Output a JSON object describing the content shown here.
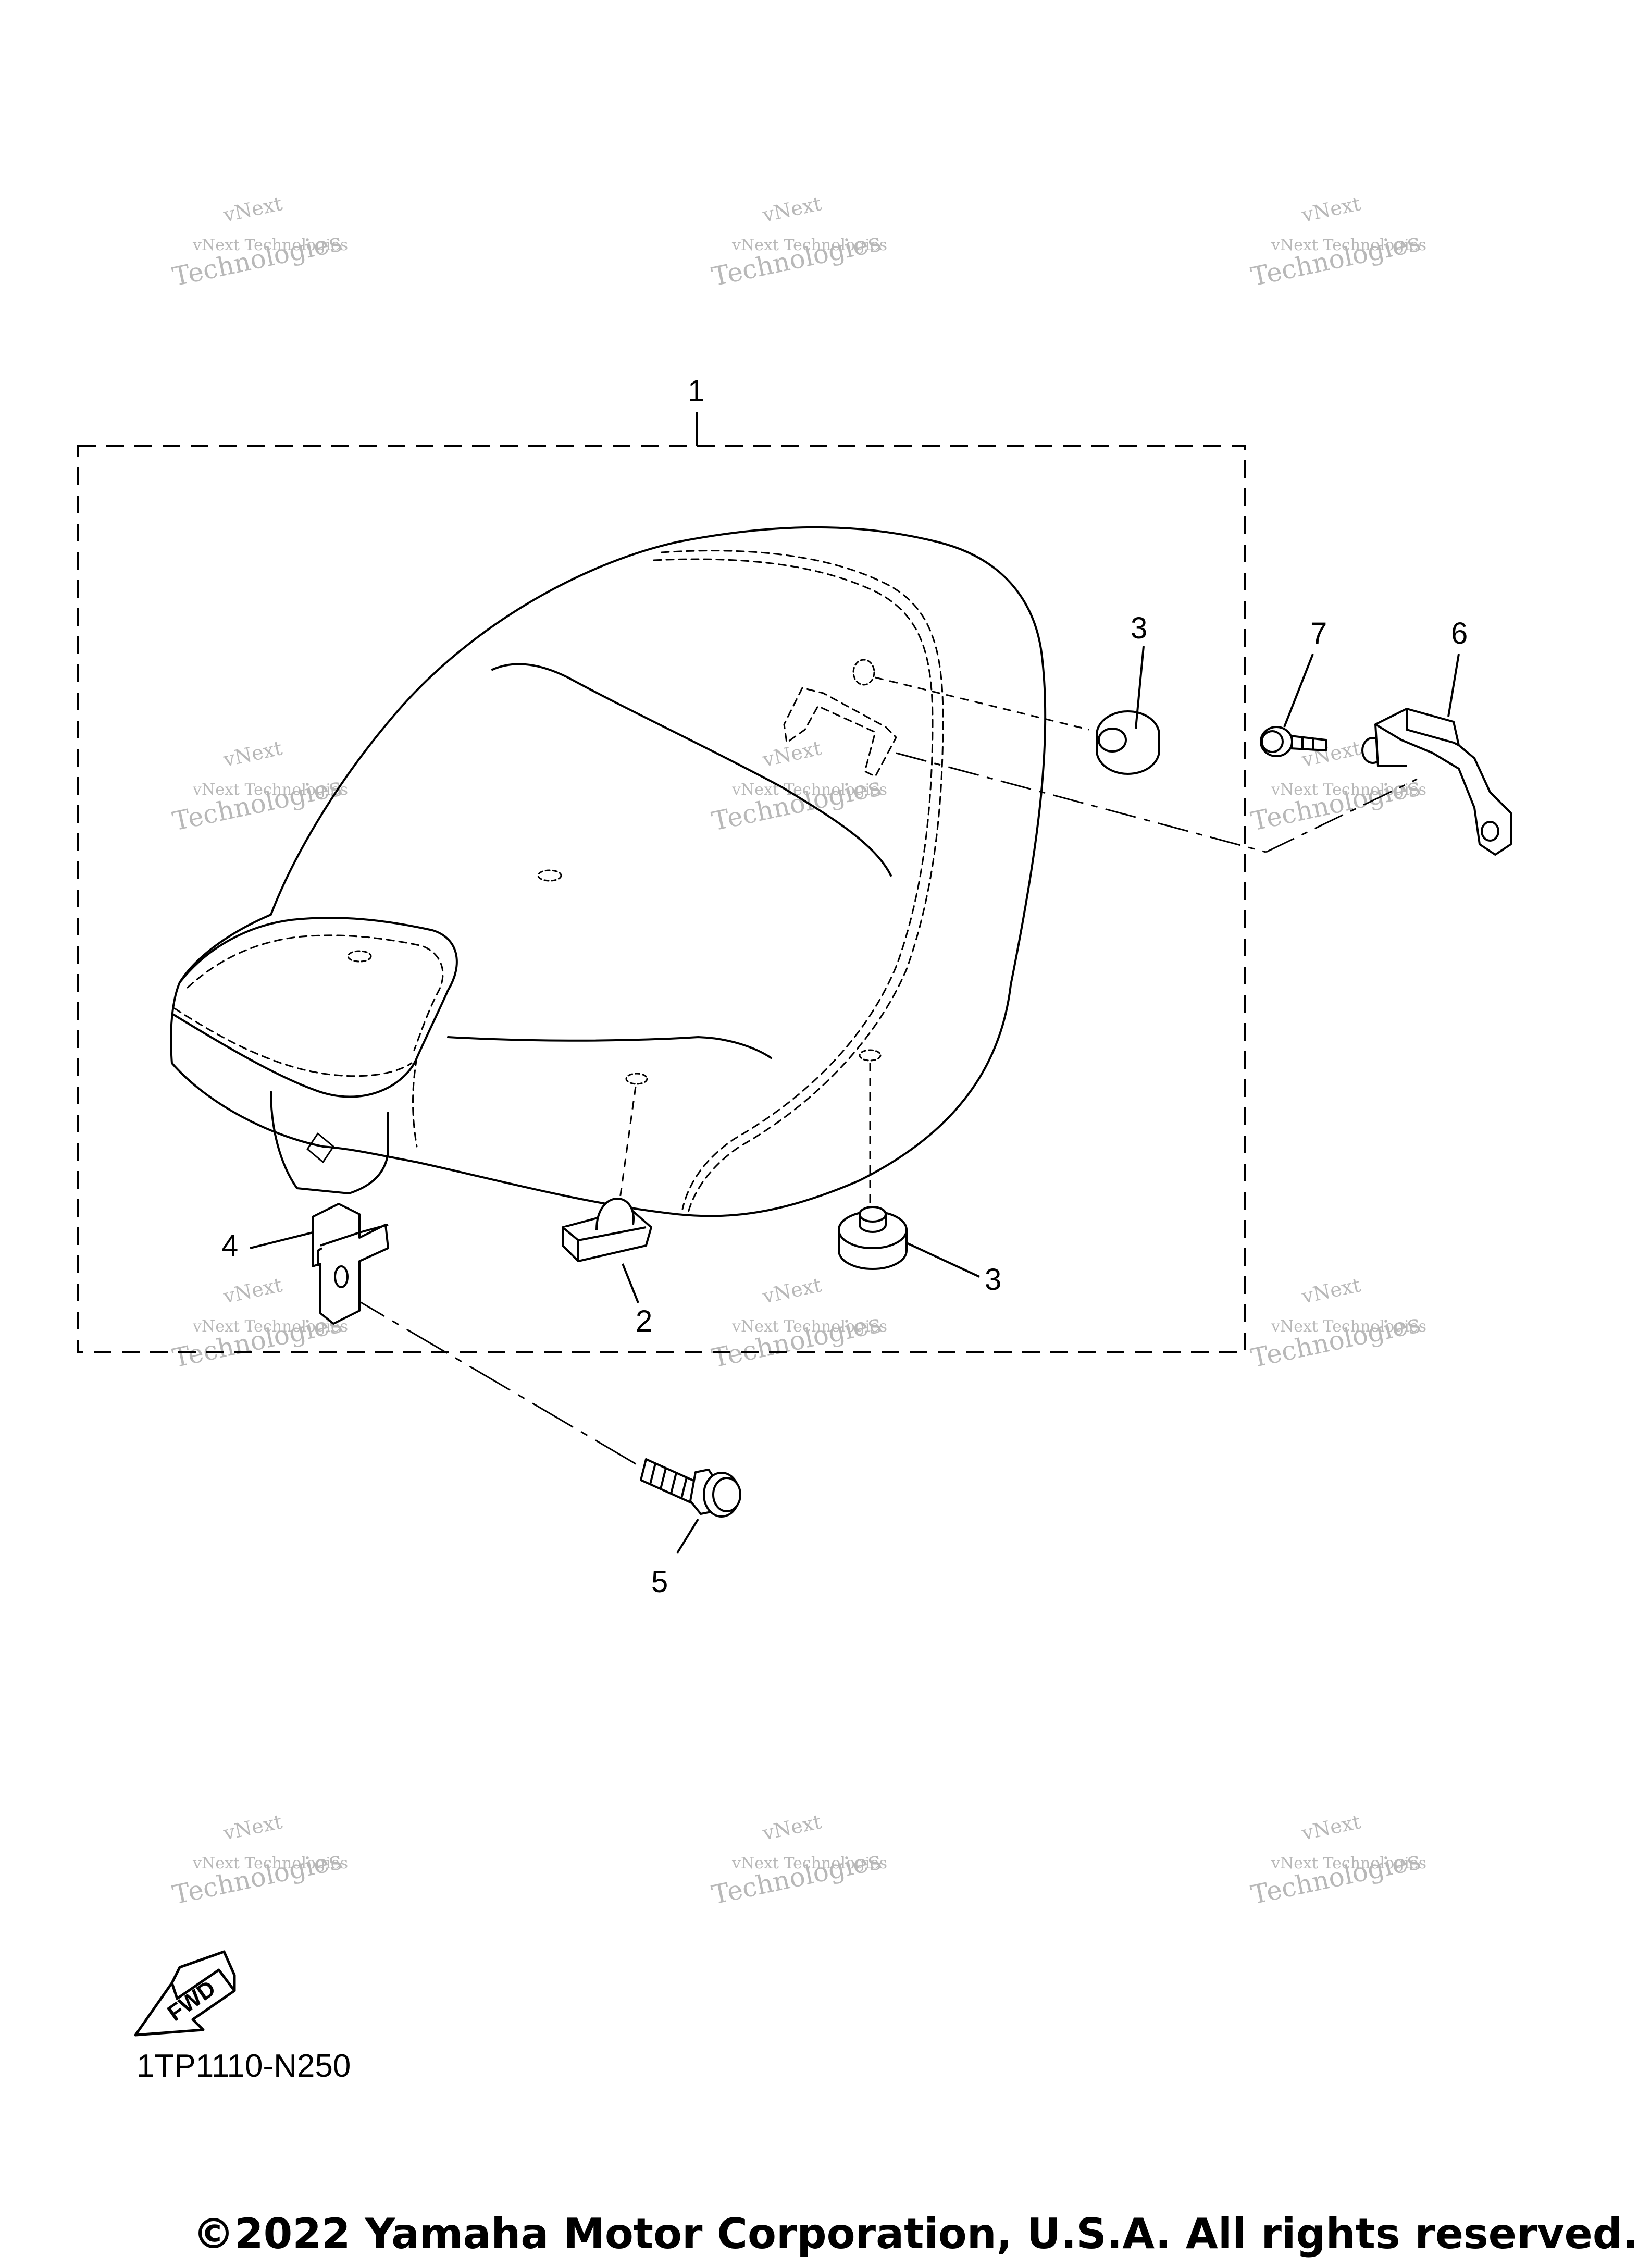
{
  "callouts": {
    "c1": "1",
    "c2": "2",
    "c3a": "3",
    "c3b": "3",
    "c4": "4",
    "c5": "5",
    "c6": "6",
    "c7": "7"
  },
  "fwd_label": "FWD",
  "diagram_code": "1TP1110-N250",
  "watermark": {
    "line1": "vNext",
    "line2": "vNext Technologies",
    "line3": "Technologies"
  },
  "copyright": "©2022 Yamaha Motor Corporation, U.S.A. All rights reserved."
}
